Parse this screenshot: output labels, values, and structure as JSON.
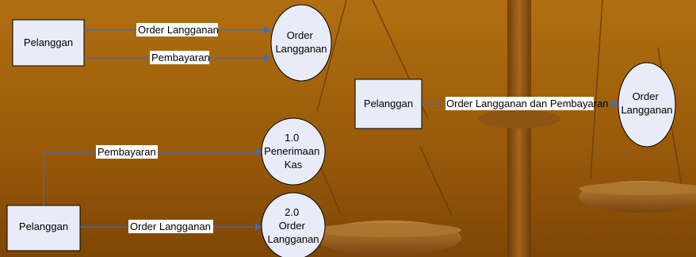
{
  "diagrams": {
    "top": {
      "entity": "Pelanggan",
      "flow_1": "Order Langganan",
      "flow_2": "Pembayaran",
      "process": [
        "Order",
        "Langganan"
      ]
    },
    "right": {
      "entity": "Pelanggan",
      "flow": "Order Langganan dan Pembayaran",
      "process": [
        "Order",
        "Langganan"
      ]
    },
    "bottom": {
      "entity": "Pelanggan",
      "flow_1": "Pembayaran",
      "flow_2": "Order Langganan",
      "process_1": [
        "1.0",
        "Penerimaan",
        "Kas"
      ],
      "process_2": [
        "2.0",
        "Order",
        "Langganan"
      ]
    }
  },
  "colors": {
    "background": "#9a5b0a",
    "box_fill": "#e8ecf8",
    "arrow": "#4a6ab0"
  }
}
